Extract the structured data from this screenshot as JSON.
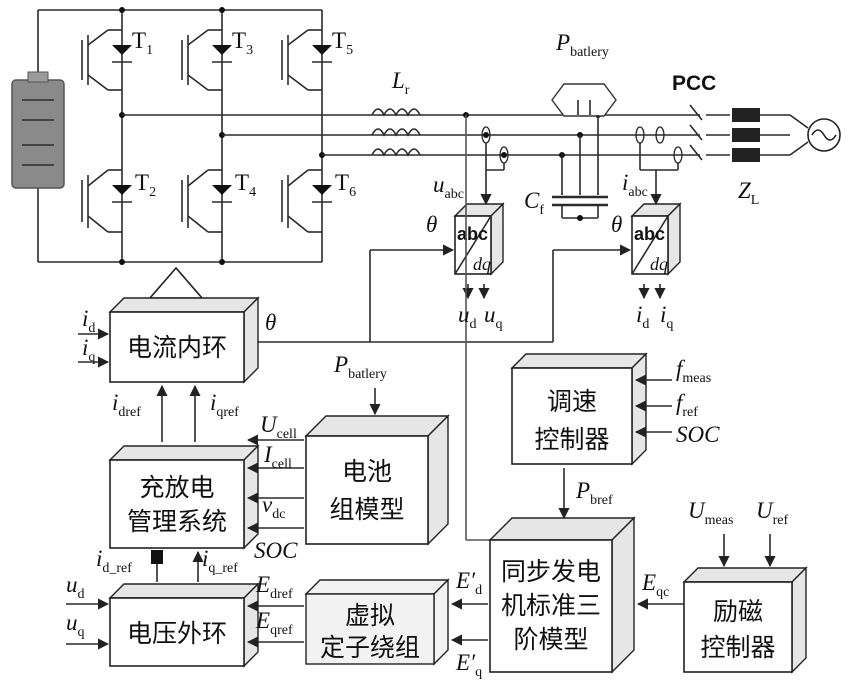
{
  "labels": {
    "t1": "T",
    "t1_sub": "1",
    "t2": "T",
    "t2_sub": "2",
    "t3": "T",
    "t3_sub": "3",
    "t4": "T",
    "t4_sub": "4",
    "t5": "T",
    "t5_sub": "5",
    "t6": "T",
    "t6_sub": "6",
    "lr": "L",
    "lr_sub": "r",
    "pbat_top": "P",
    "pbat_top_sub": "batlery",
    "pcc": "PCC",
    "zl": "Z",
    "zl_sub": "L",
    "uabc": "u",
    "uabc_sub": "abc",
    "cf": "C",
    "cf_sub": "f",
    "iabc": "i",
    "iabc_sub": "abc",
    "theta1": "θ",
    "theta2": "θ",
    "theta3": "θ",
    "abc1": "abc",
    "dq1": "dq",
    "abc2": "abc",
    "dq2": "dq",
    "ud_out": "u",
    "ud_out_sub": "d",
    "uq_out": "u",
    "uq_out_sub": "q",
    "id_out": "i",
    "id_out_sub": "d",
    "iq_out": "i",
    "iq_out_sub": "q",
    "id_in": "i",
    "id_in_sub": "d",
    "iq_in": "i",
    "iq_in_sub": "q",
    "pbat_mid": "P",
    "pbat_mid_sub": "batlery",
    "idref": "i",
    "idref_sub": "dref",
    "iqref": "i",
    "iqref_sub": "qref",
    "ucell": "U",
    "ucell_sub": "cell",
    "icell": "I",
    "icell_sub": "cell",
    "vdc": "v",
    "vdc_sub": "dc",
    "soc_left": "SOC",
    "fmeas": "f",
    "fmeas_sub": "meas",
    "fref": "f",
    "fref_sub": "ref",
    "soc_right": "SOC",
    "pbref": "P",
    "pbref_sub": "bref",
    "umeas": "U",
    "umeas_sub": "meas",
    "uref": "U",
    "uref_sub": "ref",
    "id_ref": "i",
    "id_ref_sub": "d_ref",
    "iq_ref": "i",
    "iq_ref_sub": "q_ref",
    "ud_in": "u",
    "ud_in_sub": "d",
    "uq_in": "u",
    "uq_in_sub": "q",
    "edref": "E",
    "edref_sub": "dref",
    "eqref": "E",
    "eqref_sub": "qref",
    "ed_prime": "E′",
    "ed_prime_sub": "d",
    "eq_prime": "E′",
    "eq_prime_sub": "q",
    "eqc": "E",
    "eqc_sub": "qc"
  },
  "blocks": {
    "current_loop": "电流内环",
    "bms_line1": "充放电",
    "bms_line2": "管理系统",
    "battery_line1": "电池",
    "battery_line2": "组模型",
    "speed_line1": "调速",
    "speed_line2": "控制器",
    "voltage_loop": "电压外环",
    "stator_line1": "虚拟",
    "stator_line2": "定子绕组",
    "sg_line1": "同步发电",
    "sg_line2": "机标准三",
    "sg_line3": "阶模型",
    "exc_line1": "励磁",
    "exc_line2": "控制器"
  }
}
